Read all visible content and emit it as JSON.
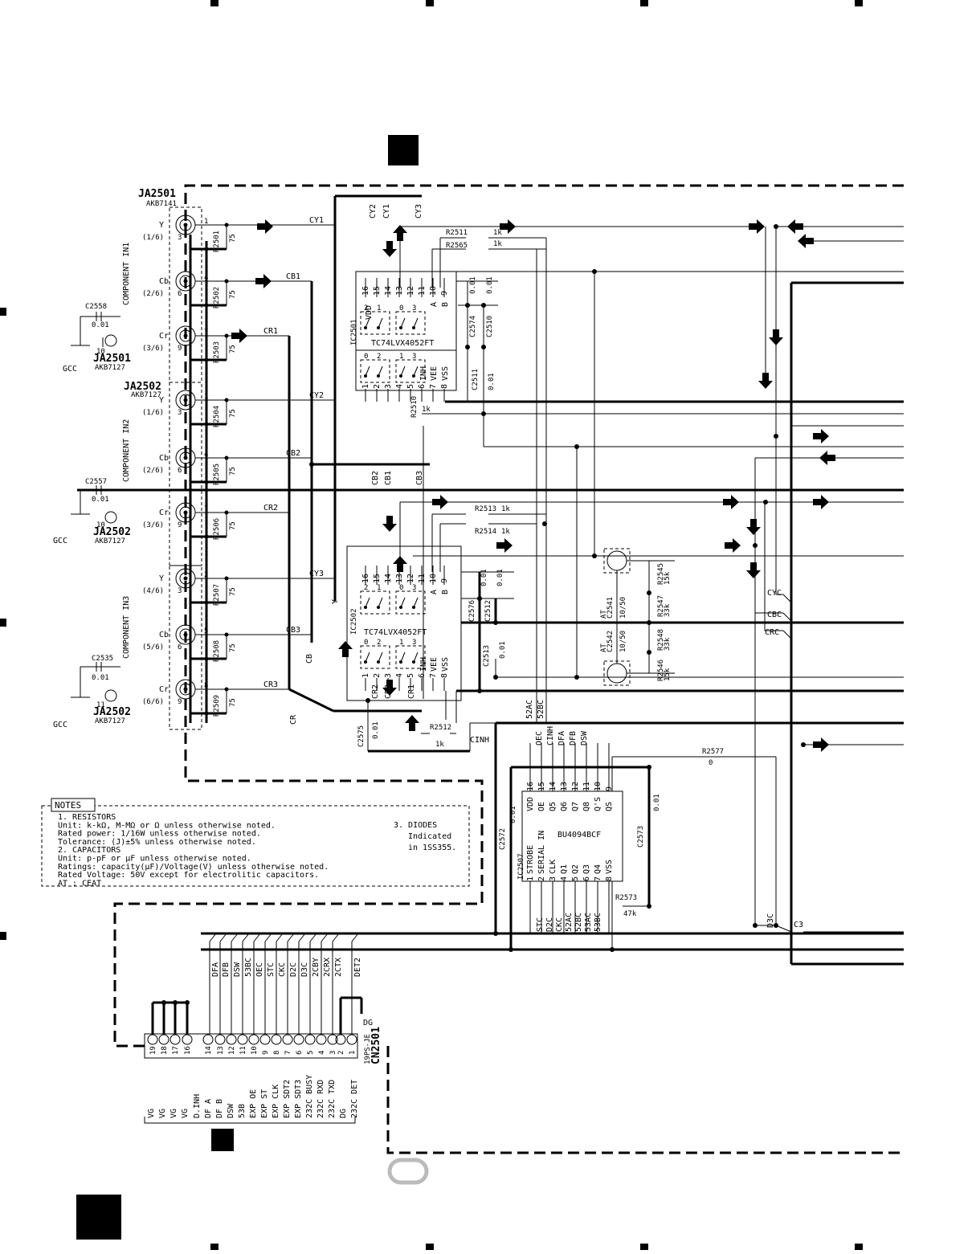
{
  "connectors": {
    "ja2501_top": {
      "ref": "JA2501",
      "part": "AKB7141"
    },
    "ja2501_bottom": {
      "ref": "JA2501",
      "part": "AKB7127",
      "pin": "10"
    },
    "ja2502_top": {
      "ref": "JA2502",
      "part": "AKB7127"
    },
    "ja2502_mid": {
      "ref": "JA2502",
      "part": "AKB7127",
      "pin": "10"
    },
    "ja2502_bottom": {
      "ref": "JA2502",
      "part": "AKB7127",
      "pin": "11"
    },
    "cn2501": {
      "ref": "CN2501",
      "part": "19PS-JE"
    }
  },
  "groups": [
    "COMPONENT IN1",
    "COMPONENT IN2",
    "COMPONENT IN3"
  ],
  "jacks": [
    {
      "name": "Y",
      "frac": "(1/6)",
      "pin_a": "1",
      "pin_b": "3",
      "res": "R2501",
      "val": "75",
      "net": "CY1"
    },
    {
      "name": "Cb",
      "frac": "(2/6)",
      "pin_a": "4",
      "pin_b": "6",
      "res": "R2502",
      "val": "75",
      "net": "CB1"
    },
    {
      "name": "Cr",
      "frac": "(3/6)",
      "pin_a": "7",
      "pin_b": "9",
      "res": "R2503",
      "val": "75",
      "net": "CR1"
    },
    {
      "name": "Y",
      "frac": "(1/6)",
      "pin_a": "1",
      "pin_b": "3",
      "res": "R2504",
      "val": "75",
      "net": "CY2"
    },
    {
      "name": "Cb",
      "frac": "(2/6)",
      "pin_a": "4",
      "pin_b": "6",
      "res": "R2505",
      "val": "75",
      "net": "CB2"
    },
    {
      "name": "Cr",
      "frac": "(3/6)",
      "pin_a": "7",
      "pin_b": "9",
      "res": "R2506",
      "val": "75",
      "net": "CR2"
    },
    {
      "name": "Y",
      "frac": "(4/6)",
      "pin_a": "2",
      "pin_b": "3",
      "res": "R2507",
      "val": "75",
      "net": "CY3"
    },
    {
      "name": "Cb",
      "frac": "(5/6)",
      "pin_a": "5",
      "pin_b": "6",
      "res": "R2508",
      "val": "75",
      "net": "CB3"
    },
    {
      "name": "Cr",
      "frac": "(6/6)",
      "pin_a": "8",
      "pin_b": "9",
      "res": "R2509",
      "val": "75",
      "net": "CR3"
    }
  ],
  "gnd_caps": [
    {
      "ref": "C2558",
      "val": "0.01",
      "gnd": "GCC"
    },
    {
      "ref": "C2557",
      "val": "0.01",
      "gnd": "GCC"
    },
    {
      "ref": "C2535",
      "val": "0.01",
      "gnd": "GCC"
    }
  ],
  "ic1": {
    "ref": "IC2501",
    "part": "TC74LVX4052FT",
    "top_labels": [
      "CY2",
      "CY1",
      "CY3"
    ],
    "top_pins": [
      "16",
      "15",
      "14",
      "13",
      "12",
      "11",
      "10",
      "9"
    ],
    "top_names": [
      "VDD",
      "A",
      "B"
    ],
    "bot_pins": [
      "1",
      "2",
      "3",
      "4",
      "5",
      "6",
      "7",
      "8"
    ],
    "bot_names": [
      "INH",
      "VEE",
      "VSS"
    ],
    "sw_nums": [
      "2",
      "1",
      "0",
      "3",
      "0",
      "2",
      "1",
      "3"
    ]
  },
  "ic2": {
    "ref": "IC2502",
    "part": "TC74LVX4052FT",
    "top_labels": [
      "CB2",
      "CB1",
      "CB3"
    ],
    "top_pins": [
      "16",
      "15",
      "14",
      "13",
      "12",
      "11",
      "10",
      "9"
    ],
    "top_names": [
      "A",
      "B"
    ],
    "bot_pins": [
      "1",
      "2",
      "3",
      "4",
      "5",
      "6",
      "7",
      "8"
    ],
    "bot_names": [
      "INH",
      "VEE",
      "VSS"
    ],
    "bot_labels": [
      "CR2",
      "CR3",
      "CR1"
    ],
    "sw_nums": [
      "2",
      "1",
      "0",
      "3",
      "0",
      "2",
      "1",
      "3"
    ]
  },
  "ic3": {
    "ref": "IC2507",
    "part": "BU4094BCF",
    "top_labels": [
      "OEC",
      "CINH",
      "DFA",
      "DFB",
      "DSW"
    ],
    "top_pins": [
      "16",
      "15",
      "14",
      "13",
      "12",
      "11",
      "10",
      "9"
    ],
    "top_names": [
      "VDD",
      "OE",
      "Q5",
      "Q6",
      "Q7",
      "Q8",
      "Q'S",
      "QS"
    ],
    "bot_pins": [
      "1",
      "2",
      "3",
      "4",
      "5",
      "6",
      "7",
      "8"
    ],
    "bot_names": [
      "STROBE",
      "SERIAL IN",
      "CLK",
      "Q1",
      "Q2",
      "Q3",
      "Q4",
      "VSS"
    ],
    "bot_labels": [
      "STC",
      "D2C",
      "CKC",
      "52AC",
      "52BC",
      "53AC",
      "53BC"
    ]
  },
  "resistors": [
    {
      "ref": "R2511",
      "val": "1k"
    },
    {
      "ref": "R2565",
      "val": "1k"
    },
    {
      "ref": "R2510",
      "val": "1k"
    },
    {
      "ref": "R2513",
      "val": "1k"
    },
    {
      "ref": "R2514",
      "val": "1k"
    },
    {
      "ref": "R2512",
      "val": "1k"
    },
    {
      "ref": "R2545",
      "val": "15k"
    },
    {
      "ref": "R2547",
      "val": "33k"
    },
    {
      "ref": "R2548",
      "val": "33k"
    },
    {
      "ref": "R2546",
      "val": "15k"
    },
    {
      "ref": "R2577",
      "val": "0"
    },
    {
      "ref": "R2573",
      "val": "47k"
    }
  ],
  "caps": [
    {
      "ref": "C2574",
      "val": "0.01"
    },
    {
      "ref": "C2510",
      "val": "0.01"
    },
    {
      "ref": "C2511",
      "val": "0.01"
    },
    {
      "ref": "C2576",
      "val": "0.01"
    },
    {
      "ref": "C2512",
      "val": "0.01"
    },
    {
      "ref": "C2513",
      "val": "0.01"
    },
    {
      "ref": "C2575",
      "val": "0.01"
    },
    {
      "ref": "C2572",
      "val": "0.01"
    },
    {
      "ref": "C2573",
      "val": "0.01"
    },
    {
      "ref": "C2541",
      "val": "10/50",
      "tag": "AT"
    },
    {
      "ref": "C2542",
      "val": "10/50",
      "tag": "AT"
    }
  ],
  "nets": {
    "y": "Y",
    "cb": "CB",
    "cr": "CR",
    "cyc": "CYC",
    "cbc": "CBC",
    "crc": "CRC",
    "cinh": "CINH",
    "a52": "52AC",
    "b52": "52BC",
    "d3c": "D3C",
    "c3": "C3",
    "dg": "DG"
  },
  "bus_labels": [
    "DFA",
    "DFB",
    "DSW",
    "53BC",
    "OEC",
    "STC",
    "CKC",
    "D2C",
    "D3C",
    "2CBY",
    "2CRX",
    "2CTX",
    "DET2"
  ],
  "cn_pins": [
    "19",
    "18",
    "17",
    "16",
    "14",
    "13",
    "12",
    "11",
    "10",
    "9",
    "8",
    "7",
    "6",
    "5",
    "4",
    "3",
    "2",
    "1"
  ],
  "cn_signals": [
    "VG",
    "VG",
    "VG",
    "VG",
    "D.INH",
    "DF A",
    "DF B",
    "DSW",
    "53B",
    "EXP OE",
    "EXP ST",
    "EXP CLK",
    "EXP SDT2",
    "EXP SDT3",
    "232C BUSY",
    "232C RXD",
    "232C TXD",
    "DG",
    "232C DET"
  ],
  "notes": {
    "title": "NOTES",
    "lines": [
      "1. RESISTORS",
      "   Unit: k-kΩ, M-MΩ or Ω unless otherwise noted.",
      "   Rated power: 1/16W unless otherwise noted.",
      "   Tolerance: (J)±5% unless otherwise noted.",
      "2. CAPACITORS",
      "   Unit: p-pF or µF unless otherwise noted.",
      "   Ratings: capacity(µF)/Voltage(V) unless otherwise noted.",
      "   Rated Voltage: 50V except for electrolitic capacitors.",
      "      AT : CEAT"
    ],
    "diodes": [
      "3. DIODES",
      "Indicated",
      "in 1SS355."
    ]
  }
}
